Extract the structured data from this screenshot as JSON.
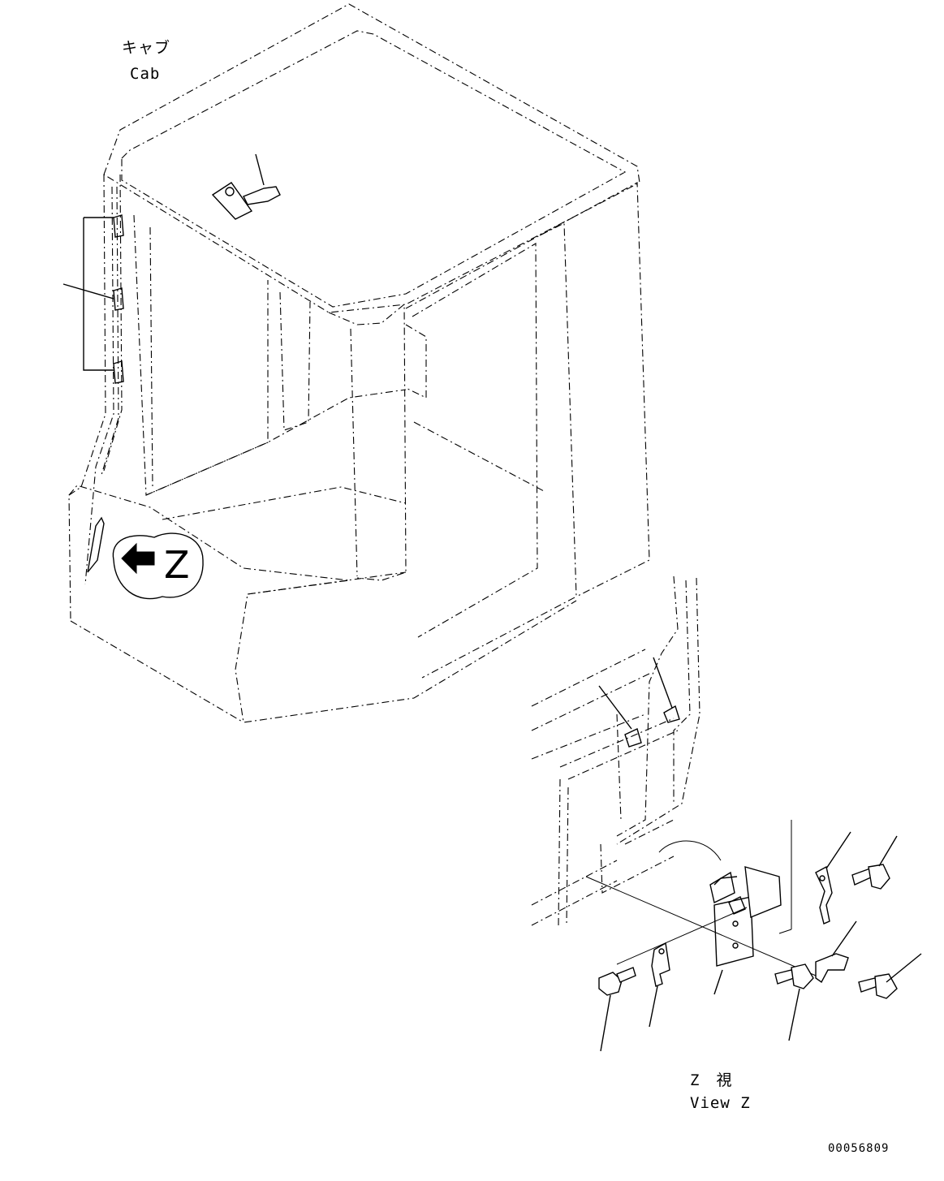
{
  "labels": {
    "cab_jp": "キャブ",
    "cab_en": "Cab",
    "view_jp": "Z　視",
    "view_en": "View Z",
    "view_letter": "Z",
    "figure_number": "00056809"
  }
}
